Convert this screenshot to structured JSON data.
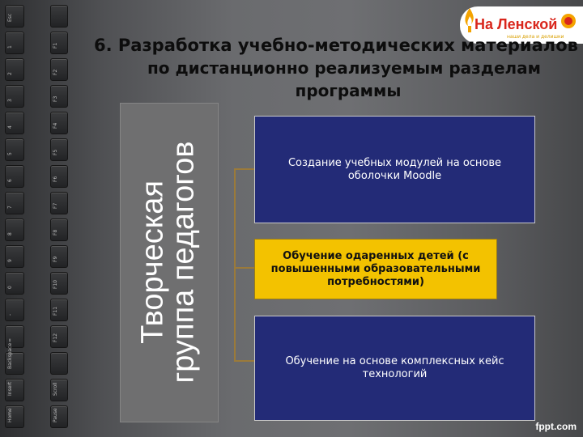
{
  "title": {
    "line1": "6. Разработка учебно-методических материалов",
    "line2": "по дистанционно реализуемым разделам",
    "line3": "программы"
  },
  "side_label": {
    "line1": "Творческая",
    "line2": "группа педагогов"
  },
  "logo": {
    "name": "На Ленской",
    "subtitle": "наши дела и делишки"
  },
  "boxes": [
    {
      "text": "Создание учебных модулей на основе оболочки Moodle"
    },
    {
      "text": "Обучение одаренных детей (с повышенными образовательными потребностями)"
    },
    {
      "text": "Обучение на основе комплексных кейс технологий"
    }
  ],
  "keyboard": {
    "left_col": [
      "Esc",
      "1",
      "2",
      "3",
      "4",
      "5",
      "6",
      "7",
      "8",
      "9",
      "0",
      "-",
      "=",
      "Backspace",
      "Insert",
      "Home"
    ],
    "right_col": [
      "",
      "F1",
      "F2",
      "F3",
      "F4",
      "F5",
      "F6",
      "F7",
      "F8",
      "F9",
      "F10",
      "F11",
      "F12",
      "",
      "Scroll",
      "Pause"
    ]
  },
  "watermark": "fppt.com",
  "colors": {
    "box_blue": "#232b77",
    "box_gold": "#f3c200",
    "side_panel": "#6f6f70",
    "logo_red": "#d9261c"
  }
}
